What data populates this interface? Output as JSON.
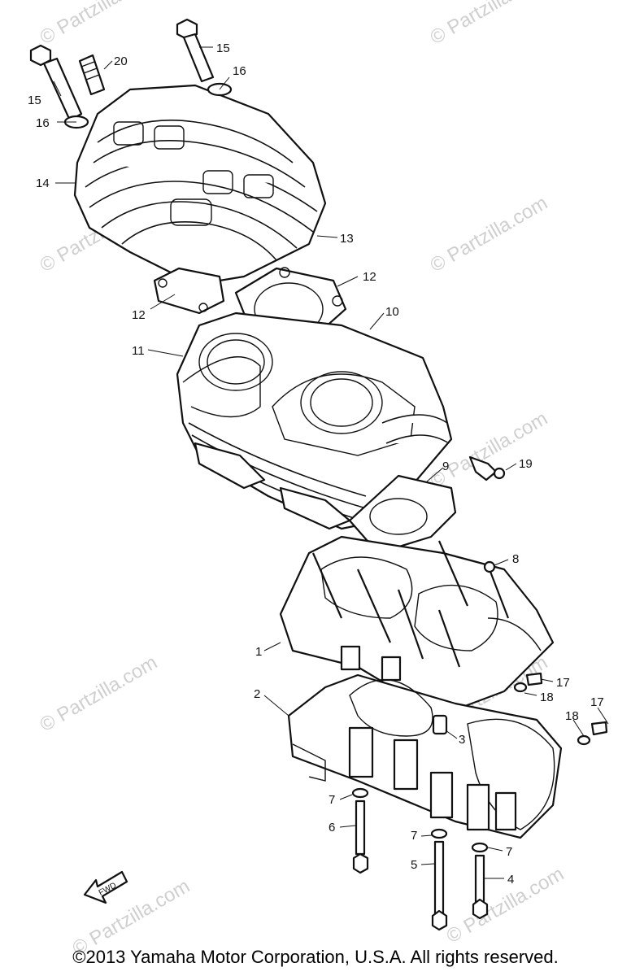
{
  "watermark": "© Partzilla.com",
  "copyright": "©2013 Yamaha Motor Corporation, U.S.A. All rights reserved.",
  "front_marker": "FWD",
  "callouts": [
    "20",
    "15",
    "16",
    "15",
    "16",
    "14",
    "13",
    "12",
    "12",
    "11",
    "10",
    "9",
    "19",
    "8",
    "1",
    "17",
    "18",
    "2",
    "17",
    "18",
    "3",
    "7",
    "6",
    "7",
    "5",
    "7",
    "4"
  ]
}
